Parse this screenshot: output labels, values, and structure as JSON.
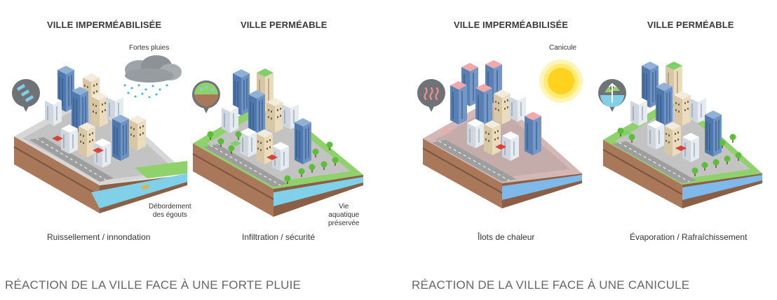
{
  "rain": {
    "section_title": "RÉACTION DE LA VILLE FACE À UNE FORTE PLUIE",
    "left": {
      "title": "VILLE IMPERMÉABILISÉE",
      "caption": "Ruissellement / innondation",
      "weather_label": "Fortes pluies",
      "note_line1": "Débordement",
      "note_line2": "des égouts",
      "badge_icon": "rain-runoff-icon"
    },
    "right": {
      "title": "VILLE PERMÉABLE",
      "caption": "Infiltration / sécurité",
      "note_line1": "Vie",
      "note_line2": "aquatique",
      "note_line3": "préservée",
      "badge_icon": "infiltration-icon"
    }
  },
  "heat": {
    "section_title": "RÉACTION DE LA VILLE FACE À UNE CANICULE",
    "left": {
      "title": "VILLE IMPERMÉABILISÉE",
      "caption": "Îlots de chaleur",
      "weather_label": "Canicule",
      "badge_icon": "heat-waves-icon"
    },
    "right": {
      "title": "VILLE PERMÉABLE",
      "caption": "Évaporation / Rafraîchissement",
      "badge_icon": "evaporation-icon"
    }
  },
  "colors": {
    "grass": "#8fd16a",
    "water": "#7fd0e8",
    "soil": "#a9785a",
    "road": "#b9b9b9",
    "building_blue": "#5b84b8",
    "building_cream": "#e8dcc4",
    "hot_roof": "#e89aa0",
    "sun": "#ffe34a"
  }
}
